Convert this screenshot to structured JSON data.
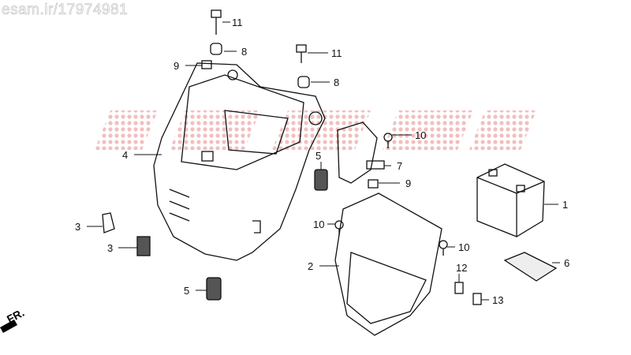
{
  "watermark": "esam.ir/17974981",
  "logo_watermark": "Honda",
  "direction_marker": "FR.",
  "callouts": [
    {
      "num": "11",
      "part": "bolt"
    },
    {
      "num": "8",
      "part": "collar"
    },
    {
      "num": "9",
      "part": "nut"
    },
    {
      "num": "11",
      "part": "bolt"
    },
    {
      "num": "8",
      "part": "collar"
    },
    {
      "num": "10",
      "part": "bolt"
    },
    {
      "num": "4",
      "part": "luggage-box"
    },
    {
      "num": "5",
      "part": "grommet"
    },
    {
      "num": "7",
      "part": "bracket"
    },
    {
      "num": "9",
      "part": "nut"
    },
    {
      "num": "1",
      "part": "battery"
    },
    {
      "num": "3",
      "part": "clip"
    },
    {
      "num": "10",
      "part": "bolt"
    },
    {
      "num": "3",
      "part": "clip"
    },
    {
      "num": "10",
      "part": "bolt"
    },
    {
      "num": "2",
      "part": "battery-cover"
    },
    {
      "num": "6",
      "part": "battery-pad"
    },
    {
      "num": "12",
      "part": "fuse"
    },
    {
      "num": "5",
      "part": "grommet"
    },
    {
      "num": "13",
      "part": "fuse"
    }
  ],
  "colors": {
    "logo": "#e8a0a0",
    "line": "#111111"
  }
}
